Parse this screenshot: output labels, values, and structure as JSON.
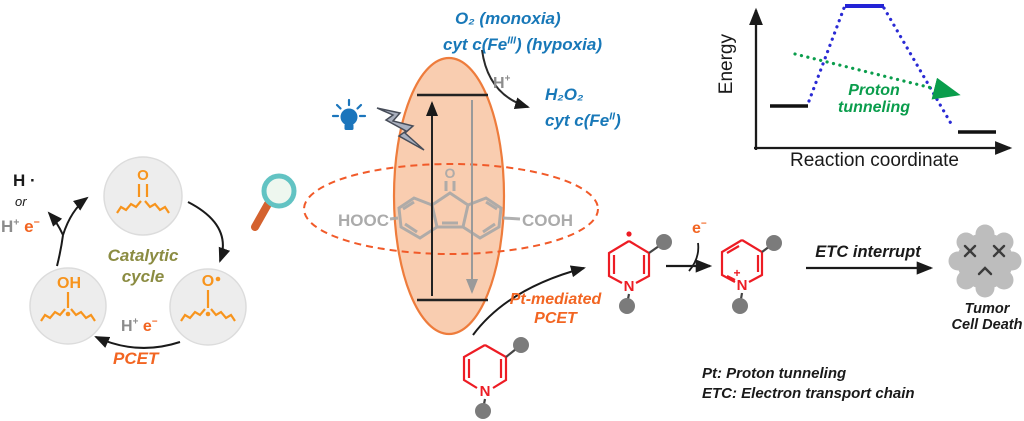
{
  "colors": {
    "accent_orange": "#f26522",
    "structure_orange": "#f7941d",
    "blue_text": "#1878b8",
    "plot_blue": "#2323d6",
    "green": "#0a9d4c",
    "olive": "#8b8c42",
    "red": "#ed1c24",
    "gray_text": "#8c8c8c",
    "molecule_gray": "#a8a8a8",
    "peach_fill": "#f9cdb0"
  },
  "catalytic_cycle": {
    "title_line1": "Catalytic",
    "title_line2": "cycle",
    "h_radical": "H ·",
    "or_label": "or",
    "proton": "H",
    "proton_sup": "+",
    "electron": "e",
    "electron_sup": "−",
    "pcet_label": "PCET",
    "ketone_oxygen": "O",
    "alcohol_group": "OH",
    "oxyl_group": "O"
  },
  "photocatalyst": {
    "left_acid": "HOOC",
    "right_acid": "COOH",
    "proton": "H",
    "proton_sup": "+"
  },
  "conditions": {
    "line1": "O₂ (monoxia)",
    "line2_pre": "cyt c(Fe",
    "line2_sup": "III",
    "line2_post": ") (hypoxia)"
  },
  "products": {
    "line1": "H₂O₂",
    "line2_pre": "cyt c(Fe",
    "line2_sup": "II",
    "line2_post": ")"
  },
  "energy_plot": {
    "ylabel": "Energy",
    "xlabel": "Reaction coordinate",
    "annotation_line1": "Proton",
    "annotation_line2": "tunneling"
  },
  "pcet_step": {
    "label_line1": "Pt-mediated",
    "label_line2": "PCET",
    "electron": "e",
    "electron_sup": "−",
    "nitrogen": "N",
    "plus_charge": "+"
  },
  "etc_step": {
    "label": "ETC interrupt"
  },
  "outcome": {
    "line1": "Tumor",
    "line2": "Cell Death"
  },
  "legend": {
    "line1": "Pt: Proton tunneling",
    "line2": "ETC: Electron transport chain"
  }
}
